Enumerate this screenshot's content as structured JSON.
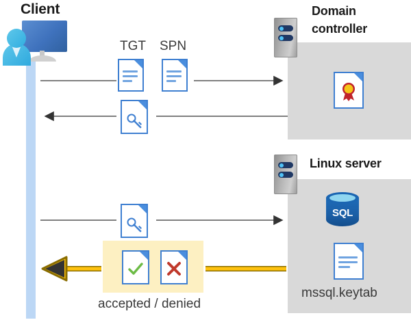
{
  "diagram": {
    "title_client": "Client",
    "title_domain_controller": "Domain\ncontroller",
    "title_domain_controller_line1": "Domain",
    "title_domain_controller_line2": "controller",
    "title_linux_server": "Linux server",
    "label_tgt": "TGT",
    "label_spn": "SPN",
    "label_accepted_denied": "accepted / denied",
    "label_keytab": "mssql.keytab",
    "label_sql": "SQL"
  },
  "icons": {
    "client_workstation": "user-workstation-icon",
    "server_chassis": "server-rack-icon",
    "document": "document-icon",
    "document_key": "document-key-icon",
    "document_certificate": "document-certificate-icon",
    "document_check": "document-accepted-icon",
    "document_x": "document-denied-icon",
    "database": "sql-database-icon"
  },
  "colors": {
    "panel_gray": "#d9d9d9",
    "lifeline_blue": "#bcd7f5",
    "doc_border_blue": "#3e7fd1",
    "highlight_yellow": "#fdf0c2",
    "arrow_yellow": "#ffc20e",
    "arrow_yellow_outline": "#8a6d00",
    "arrow_gray": "#595959",
    "check_green": "#6cbb45",
    "x_red": "#c0392b",
    "sql_blue": "#1b5fa6",
    "server_navy": "#1f3864",
    "cert_red": "#c0232b",
    "cert_gold": "#f5c518"
  },
  "flows": [
    {
      "name": "client-to-dc-request",
      "from": "client",
      "to": "domain-controller",
      "direction": "right",
      "payload": [
        "TGT",
        "SPN"
      ],
      "style": "gray"
    },
    {
      "name": "dc-to-client-ticket",
      "from": "domain-controller",
      "to": "client",
      "direction": "left",
      "payload": [
        "service-ticket"
      ],
      "style": "gray"
    },
    {
      "name": "client-to-linux-ticket",
      "from": "client",
      "to": "linux-server",
      "direction": "right",
      "payload": [
        "service-ticket"
      ],
      "style": "gray"
    },
    {
      "name": "linux-to-client-result",
      "from": "linux-server",
      "to": "client",
      "direction": "left",
      "payload": [
        "accepted",
        "denied"
      ],
      "style": "yellow"
    }
  ]
}
